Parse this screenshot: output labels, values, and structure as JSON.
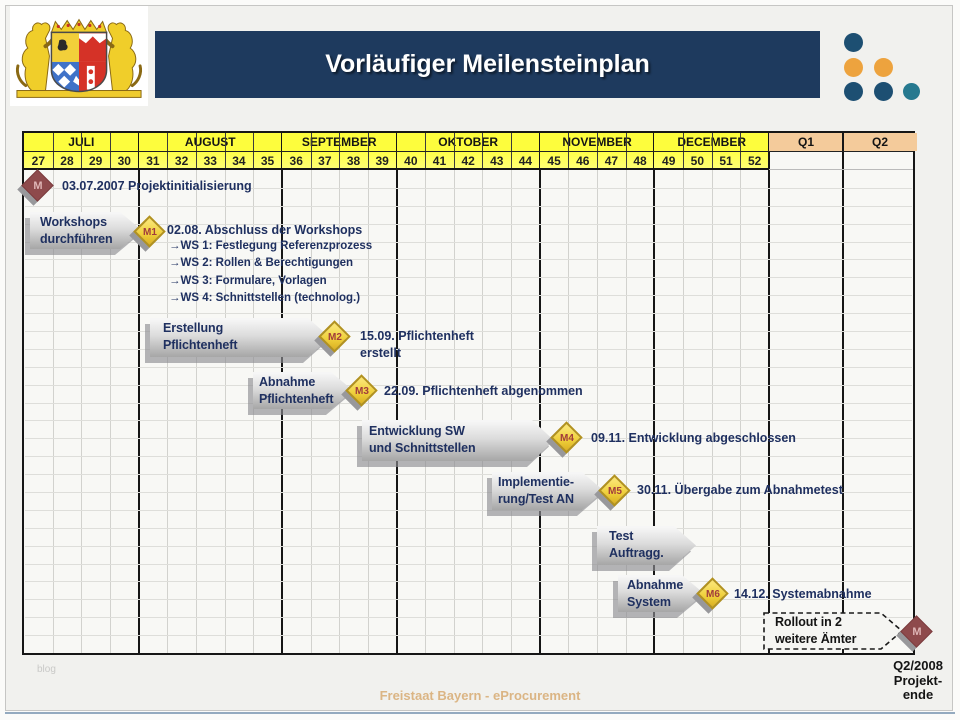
{
  "slide": {
    "title": "Vorläufiger Meilensteinplan",
    "footer": "Freistaat Bayern - eProcurement",
    "watermark": "blog"
  },
  "colors": {
    "title_bar_bg": "#1E3A5E",
    "month_header_bg": "#FDFD3D",
    "quarter_header_bg": "#F4CB9B",
    "milestone_label": "#1F3060",
    "minor_diamond": "#EFCF3A",
    "major_diamond": "#8E4A4C",
    "footer_text": "#DBB584"
  },
  "decor_dots": [
    {
      "color": "#1D4F72"
    },
    {
      "color": "#EDA33E"
    },
    {
      "color": "#EDA33E"
    },
    {
      "color": "#1D4F72"
    },
    {
      "color": "#1D4F72"
    },
    {
      "color": "#26798F"
    }
  ],
  "timeline": {
    "months": [
      {
        "label": "JULI",
        "weeks": [
          "27",
          "28",
          "29",
          "30"
        ]
      },
      {
        "label": "AUGUST",
        "weeks": [
          "31",
          "32",
          "33",
          "34",
          "35"
        ]
      },
      {
        "label": "SEPTEMBER",
        "weeks": [
          "36",
          "37",
          "38",
          "39"
        ]
      },
      {
        "label": "OKTOBER",
        "weeks": [
          "40",
          "41",
          "42",
          "43",
          "44"
        ]
      },
      {
        "label": "NOVEMBER",
        "weeks": [
          "45",
          "46",
          "47",
          "48"
        ]
      },
      {
        "label": "DECEMBER",
        "weeks": [
          "49",
          "50",
          "51",
          "52"
        ]
      }
    ],
    "quarters": [
      "Q1",
      "Q2"
    ]
  },
  "tasks": [
    {
      "line1": "Workshops",
      "line2": "durchführen"
    },
    {
      "line1": "Erstellung",
      "line2": "Pflichtenheft"
    },
    {
      "line1": "Abnahme",
      "line2": "Pflichtenheft"
    },
    {
      "line1": "Entwicklung SW",
      "line2": "und Schnittstellen"
    },
    {
      "line1": "Implementie-",
      "line2": "rung/Test AN"
    },
    {
      "line1": "Test",
      "line2": "Auftragg."
    },
    {
      "line1": "Abnahme",
      "line2": "System"
    },
    {
      "line1": "Rollout in 2",
      "line2": "weitere Ämter"
    }
  ],
  "milestones": [
    {
      "id": "M",
      "label": "03.07.2007 Projektinitialisierung"
    },
    {
      "id": "M1",
      "label": "02.08. Abschluss der Workshops",
      "details": [
        "→WS 1: Festlegung Referenzprozess",
        "→WS 2: Rollen & Berechtigungen",
        "→WS 3: Formulare, Vorlagen",
        "→WS 4: Schnittstellen (technolog.)"
      ]
    },
    {
      "id": "M2",
      "label": "15.09. Pflichtenheft",
      "label2": "erstellt"
    },
    {
      "id": "M3",
      "label": "22.09. Pflichtenheft abgenommen"
    },
    {
      "id": "M4",
      "label": "09.11. Entwicklung abgeschlossen"
    },
    {
      "id": "M5",
      "label": "30.11. Übergabe zum Abnahmetest"
    },
    {
      "id": "M6",
      "label": "14.12. Systemabnahme"
    },
    {
      "id": "M",
      "label": "Q2/2008",
      "label2": "Projekt-",
      "label3": "ende"
    }
  ]
}
